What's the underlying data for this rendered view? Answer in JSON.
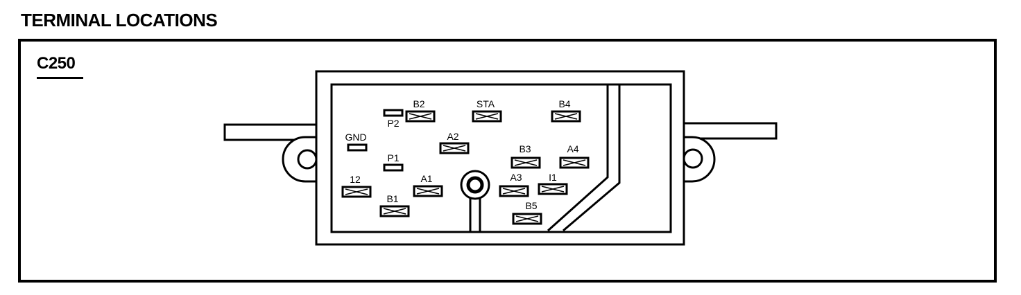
{
  "title": "TERMINAL LOCATIONS",
  "connector": "C250",
  "terminals": [
    {
      "id": "B2",
      "label": "B2",
      "kind": "blade"
    },
    {
      "id": "STA",
      "label": "STA",
      "kind": "blade"
    },
    {
      "id": "B4",
      "label": "B4",
      "kind": "blade"
    },
    {
      "id": "P2",
      "label": "P2",
      "kind": "small"
    },
    {
      "id": "GND",
      "label": "GND",
      "kind": "small"
    },
    {
      "id": "A2",
      "label": "A2",
      "kind": "blade"
    },
    {
      "id": "B3",
      "label": "B3",
      "kind": "blade"
    },
    {
      "id": "A4",
      "label": "A4",
      "kind": "blade"
    },
    {
      "id": "P1",
      "label": "P1",
      "kind": "small"
    },
    {
      "id": "12",
      "label": "12",
      "kind": "blade"
    },
    {
      "id": "A1",
      "label": "A1",
      "kind": "blade"
    },
    {
      "id": "A3",
      "label": "A3",
      "kind": "blade"
    },
    {
      "id": "I1",
      "label": "I1",
      "kind": "blade"
    },
    {
      "id": "B1",
      "label": "B1",
      "kind": "blade"
    },
    {
      "id": "B5",
      "label": "B5",
      "kind": "blade"
    }
  ]
}
